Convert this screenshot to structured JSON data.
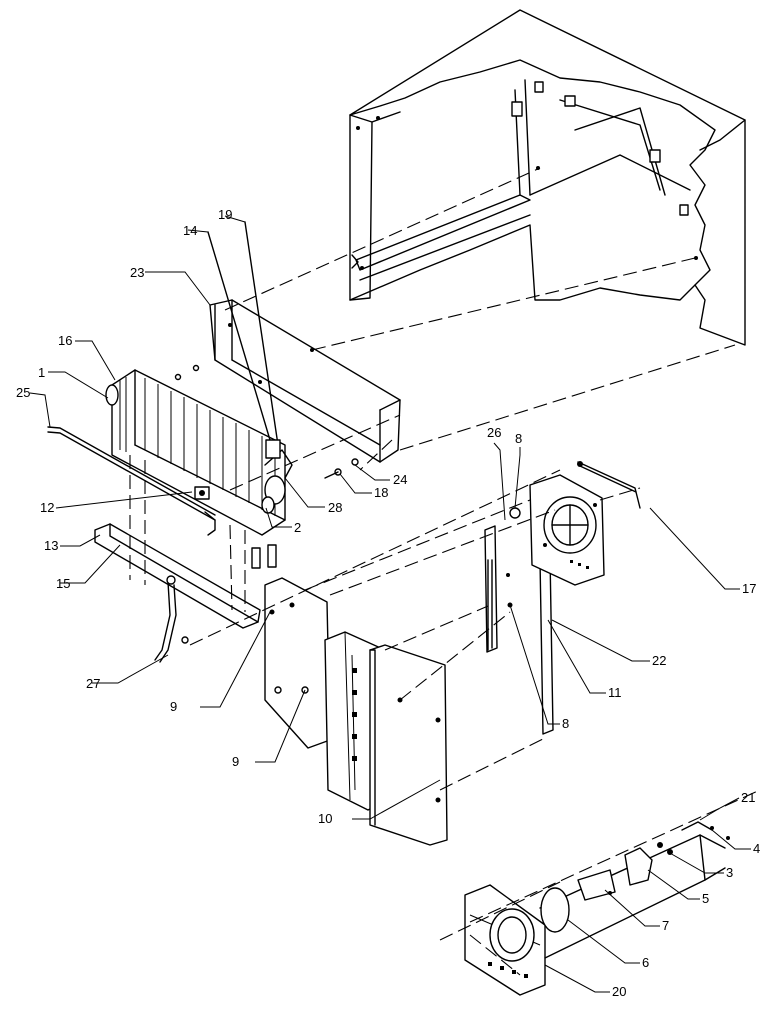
{
  "diagram": {
    "callouts": [
      {
        "key": "c1",
        "text": "1"
      },
      {
        "key": "c2",
        "text": "2"
      },
      {
        "key": "c3",
        "text": "3"
      },
      {
        "key": "c4",
        "text": "4"
      },
      {
        "key": "c5",
        "text": "5"
      },
      {
        "key": "c6",
        "text": "6"
      },
      {
        "key": "c7",
        "text": "7"
      },
      {
        "key": "c8a",
        "text": "8"
      },
      {
        "key": "c8b",
        "text": "8"
      },
      {
        "key": "c9a",
        "text": "9"
      },
      {
        "key": "c9b",
        "text": "9"
      },
      {
        "key": "c10",
        "text": "10"
      },
      {
        "key": "c11",
        "text": "11"
      },
      {
        "key": "c12",
        "text": "12"
      },
      {
        "key": "c13",
        "text": "13"
      },
      {
        "key": "c14",
        "text": "14"
      },
      {
        "key": "c15",
        "text": "15"
      },
      {
        "key": "c16",
        "text": "16"
      },
      {
        "key": "c17",
        "text": "17"
      },
      {
        "key": "c18",
        "text": "18"
      },
      {
        "key": "c19",
        "text": "19"
      },
      {
        "key": "c20",
        "text": "20"
      },
      {
        "key": "c21",
        "text": "21"
      },
      {
        "key": "c22",
        "text": "22"
      },
      {
        "key": "c23",
        "text": "23"
      },
      {
        "key": "c24",
        "text": "24"
      },
      {
        "key": "c25",
        "text": "25"
      },
      {
        "key": "c26",
        "text": "26"
      },
      {
        "key": "c27",
        "text": "27"
      },
      {
        "key": "c28",
        "text": "28"
      }
    ]
  }
}
